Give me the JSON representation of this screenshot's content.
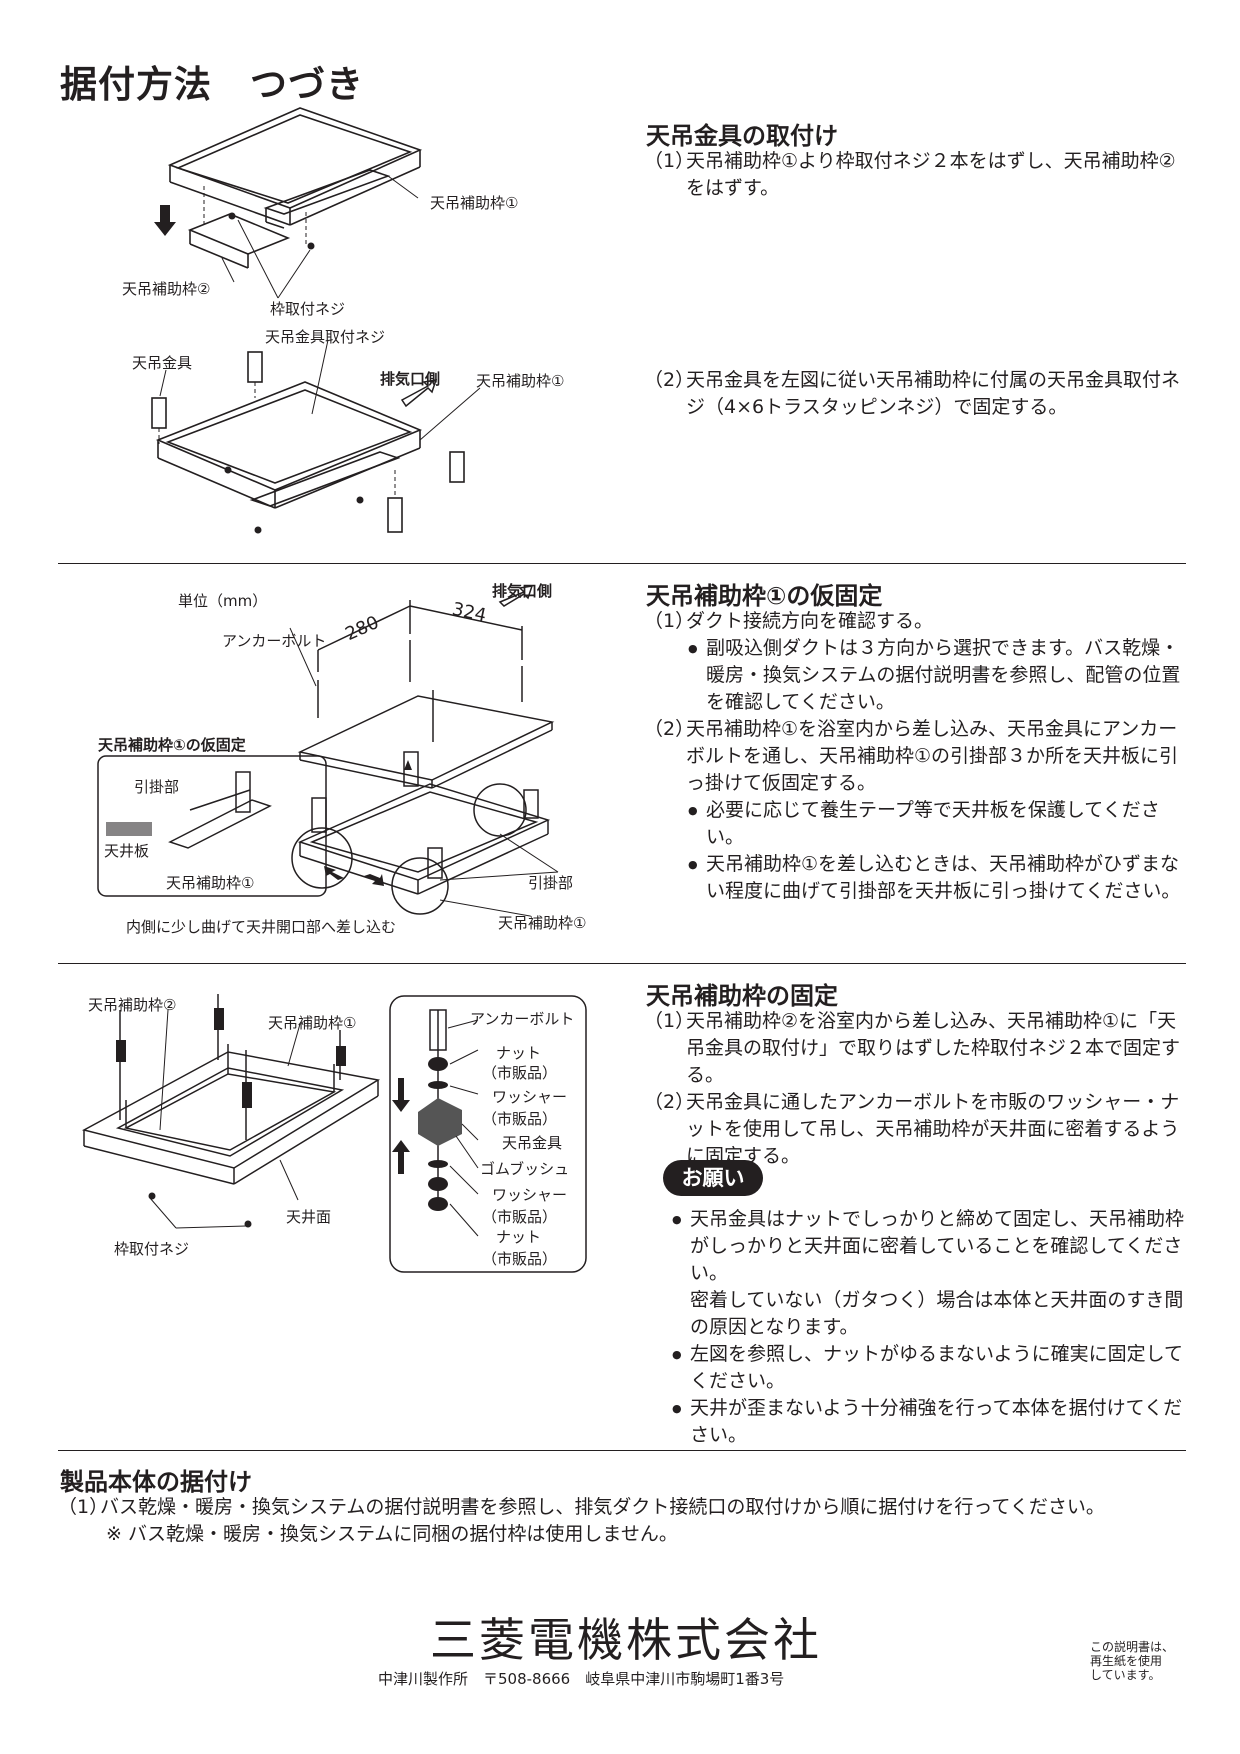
{
  "page": {
    "title": "据付方法　つづき"
  },
  "section1": {
    "heading": "天吊金具の取付け",
    "step1": {
      "num": "（1）",
      "text": "天吊補助枠①より枠取付ネジ２本をはずし、天吊補助枠②をはずす。"
    },
    "step2": {
      "num": "（2）",
      "text": "天吊金具を左図に従い天吊補助枠に付属の天吊金具取付ネジ（4×6トラスタッピンネジ）で固定する。"
    },
    "fig_top": {
      "frame1": "天吊補助枠①",
      "frame2": "天吊補助枠②",
      "screw": "枠取付ネジ"
    },
    "fig_bottom": {
      "bracket": "天吊金具",
      "bracket_screw": "天吊金具取付ネジ",
      "exhaust": "排気口側",
      "frame1": "天吊補助枠①"
    }
  },
  "section2": {
    "heading": "天吊補助枠①の仮固定",
    "step1": {
      "num": "（1）",
      "text": "ダクト接続方向を確認する。"
    },
    "step1_bullet": "副吸込側ダクトは３方向から選択できます。バス乾燥・暖房・換気システムの据付説明書を参照し、配管の位置を確認してください。",
    "step2": {
      "num": "（2）",
      "text": "天吊補助枠①を浴室内から差し込み、天吊金具にアンカーボルトを通し、天吊補助枠①の引掛部３か所を天井板に引っ掛けて仮固定する。"
    },
    "step2_bullets": [
      "必要に応じて養生テープ等で天井板を保護してください。",
      "天吊補助枠①を差し込むときは、天吊補助枠がひずまない程度に曲げて引掛部を天井板に引っ掛けてください。"
    ],
    "fig": {
      "unit": "単位（mm）",
      "exhaust": "排気口側",
      "dim_a": "280",
      "dim_b": "324",
      "anchor_bolt": "アンカーボルト",
      "inset_title": "天吊補助枠①の仮固定",
      "hook": "引掛部",
      "ceiling_board": "天井板",
      "frame1": "天吊補助枠①",
      "hook2": "引掛部",
      "frame1b": "天吊補助枠①",
      "caption": "内側に少し曲げて天井開口部へ差し込む"
    }
  },
  "section3": {
    "heading": "天吊補助枠の固定",
    "step1": {
      "num": "（1）",
      "text": "天吊補助枠②を浴室内から差し込み、天吊補助枠①に「天吊金具の取付け」で取りはずした枠取付ネジ２本で固定する。"
    },
    "step2": {
      "num": "（2）",
      "text": "天吊金具に通したアンカーボルトを市販のワッシャー・ナットを使用して吊し、天吊補助枠が天井面に密着するように固定する。"
    },
    "request_badge": "お願い",
    "requests": [
      "天吊金具はナットでしっかりと締めて固定し、天吊補助枠がしっかりと天井面に密着していることを確認してください。",
      "左図を参照し、ナットがゆるまないように確実に固定してください。",
      "天井が歪まないよう十分補強を行って本体を据付けてください。"
    ],
    "request_note": "密着していない（ガタつく）場合は本体と天井面のすき間の原因となります。",
    "fig": {
      "frame2": "天吊補助枠②",
      "frame1": "天吊補助枠①",
      "ceiling": "天井面",
      "screw": "枠取付ネジ",
      "anchor": "アンカーボルト",
      "nut1": "ナット",
      "nut1_sub": "（市販品）",
      "washer1": "ワッシャー",
      "washer1_sub": "（市販品）",
      "bracket": "天吊金具",
      "rubber": "ゴムブッシュ",
      "washer2": "ワッシャー",
      "washer2_sub": "（市販品）",
      "nut2": "ナット",
      "nut2_sub": "（市販品）"
    }
  },
  "section4": {
    "heading": "製品本体の据付け",
    "step1": {
      "num": "（1）",
      "text": "バス乾燥・暖房・換気システムの据付説明書を参照し、排気ダクト接続口の取付けから順に据付けを行ってください。"
    },
    "note": "※ バス乾燥・暖房・換気システムに同梱の据付枠は使用しません。"
  },
  "footer": {
    "company": "三菱電機株式会社",
    "address": "中津川製作所　〒508-8666　岐阜県中津川市駒場町1番3号",
    "recycle_line1": "この説明書は、",
    "recycle_line2": "再生紙を使用",
    "recycle_line3": "しています。"
  }
}
